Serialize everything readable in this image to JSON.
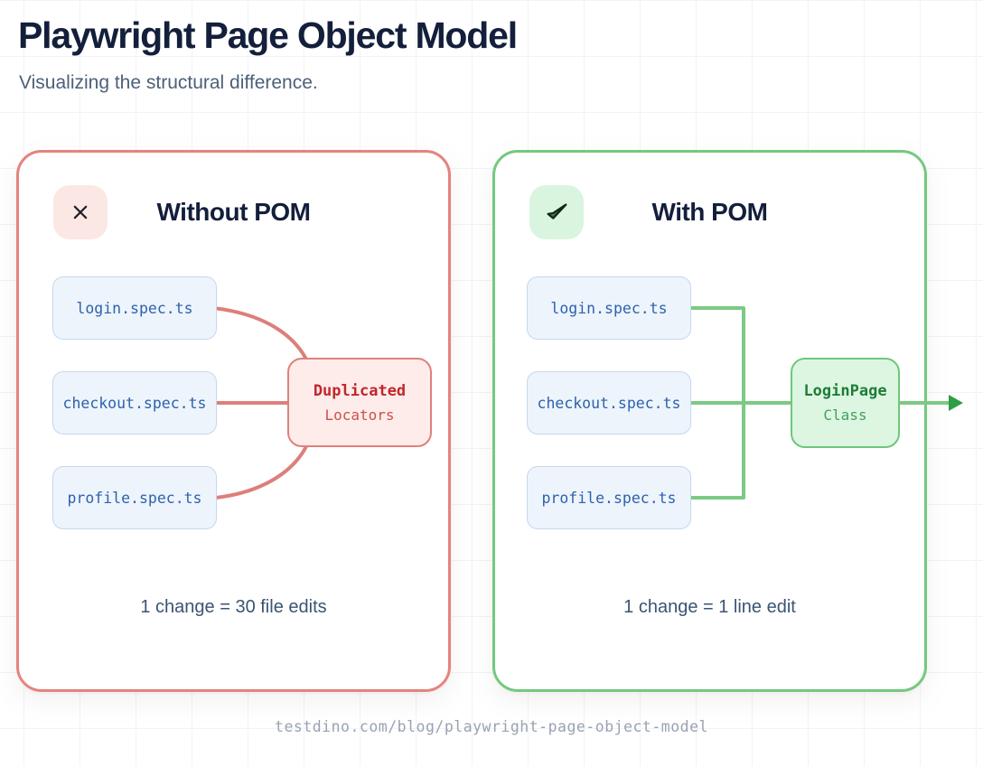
{
  "page": {
    "title": "Playwright Page Object Model",
    "subtitle": "Visualizing the structural difference.",
    "footer": "testdino.com/blog/playwright-page-object-model"
  },
  "panels": {
    "without": {
      "title": "Without POM",
      "icon": "x-icon",
      "files": [
        "login.spec.ts",
        "checkout.spec.ts",
        "profile.spec.ts"
      ],
      "node": {
        "line1": "Duplicated",
        "line2": "Locators"
      },
      "caption": "1 change = 30 file edits"
    },
    "with": {
      "title": "With POM",
      "icon": "check-icon",
      "files": [
        "login.spec.ts",
        "checkout.spec.ts",
        "profile.spec.ts"
      ],
      "node": {
        "line1": "LoginPage",
        "line2": "Class"
      },
      "caption": "1 change = 1 line edit"
    }
  },
  "colors": {
    "title_navy": "#131f3b",
    "subtitle_slate": "#4d6078",
    "red_border": "#e5837e",
    "red_line": "#dd7f7a",
    "red_node_bg": "#fdecea",
    "red_text": "#c2262d",
    "green_border": "#74c97e",
    "green_line": "#7bca83",
    "green_arrowhead": "#2f9e46",
    "green_node_bg": "#ddf6e2",
    "green_text": "#1e7d36",
    "file_box_bg": "#edf4fb",
    "file_box_border": "#c5d8ef",
    "file_text_blue": "#2e62ad",
    "caption_slate": "#3a5474",
    "footer_gray": "#98a2b3"
  }
}
